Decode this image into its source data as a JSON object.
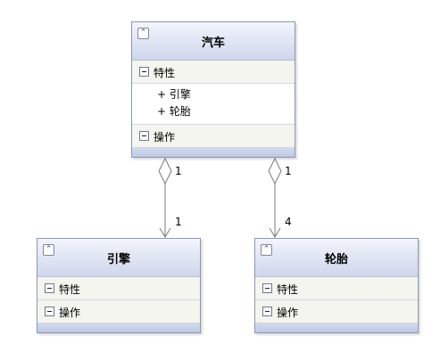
{
  "classes": [
    {
      "name": "汽车",
      "properties_label": "特性",
      "properties": [
        "+ 引擎",
        "+ 轮胎"
      ],
      "operations_label": "操作"
    },
    {
      "name": "引擎",
      "properties_label": "特性",
      "operations_label": "操作"
    },
    {
      "name": "轮胎",
      "properties_label": "特性",
      "operations_label": "操作"
    }
  ],
  "associations": [
    {
      "from": "汽车",
      "to": "引擎",
      "source_multiplicity": "1",
      "target_multiplicity": "1"
    },
    {
      "from": "汽车",
      "to": "轮胎",
      "source_multiplicity": "1",
      "target_multiplicity": "4"
    }
  ],
  "icons": {
    "collapse": "double-chevron-up-icon",
    "section_toggle": "minus-box-icon"
  },
  "colors": {
    "header_top": "#f3f5fb",
    "header_bottom": "#cfd6ec",
    "border": "#8e97b4",
    "section": "#f4f5ef",
    "connector": "#7a7a7a"
  }
}
